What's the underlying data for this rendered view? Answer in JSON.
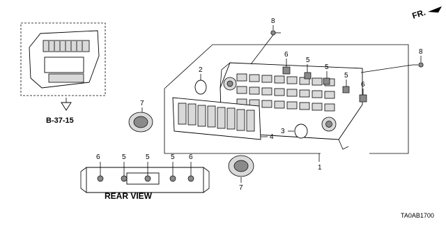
{
  "diagram": {
    "direction_label": "FR.",
    "reference_label": "B-37-15",
    "rear_view_label": "REAR VIEW",
    "diagram_code": "TA0AB1700",
    "callouts": [
      {
        "id": "c8a",
        "text": "8"
      },
      {
        "id": "c8b",
        "text": "8"
      },
      {
        "id": "c6a",
        "text": "6"
      },
      {
        "id": "c5a",
        "text": "5"
      },
      {
        "id": "c5b",
        "text": "5"
      },
      {
        "id": "c5c",
        "text": "5"
      },
      {
        "id": "c6b",
        "text": "6"
      },
      {
        "id": "c2",
        "text": "2"
      },
      {
        "id": "c7a",
        "text": "7"
      },
      {
        "id": "c4",
        "text": "4"
      },
      {
        "id": "c3",
        "text": "3"
      },
      {
        "id": "c1",
        "text": "1"
      },
      {
        "id": "c7b",
        "text": "7"
      },
      {
        "id": "r6a",
        "text": "6"
      },
      {
        "id": "r5a",
        "text": "5"
      },
      {
        "id": "r5b",
        "text": "5"
      },
      {
        "id": "r5c",
        "text": "5"
      },
      {
        "id": "r6b",
        "text": "6"
      }
    ]
  }
}
